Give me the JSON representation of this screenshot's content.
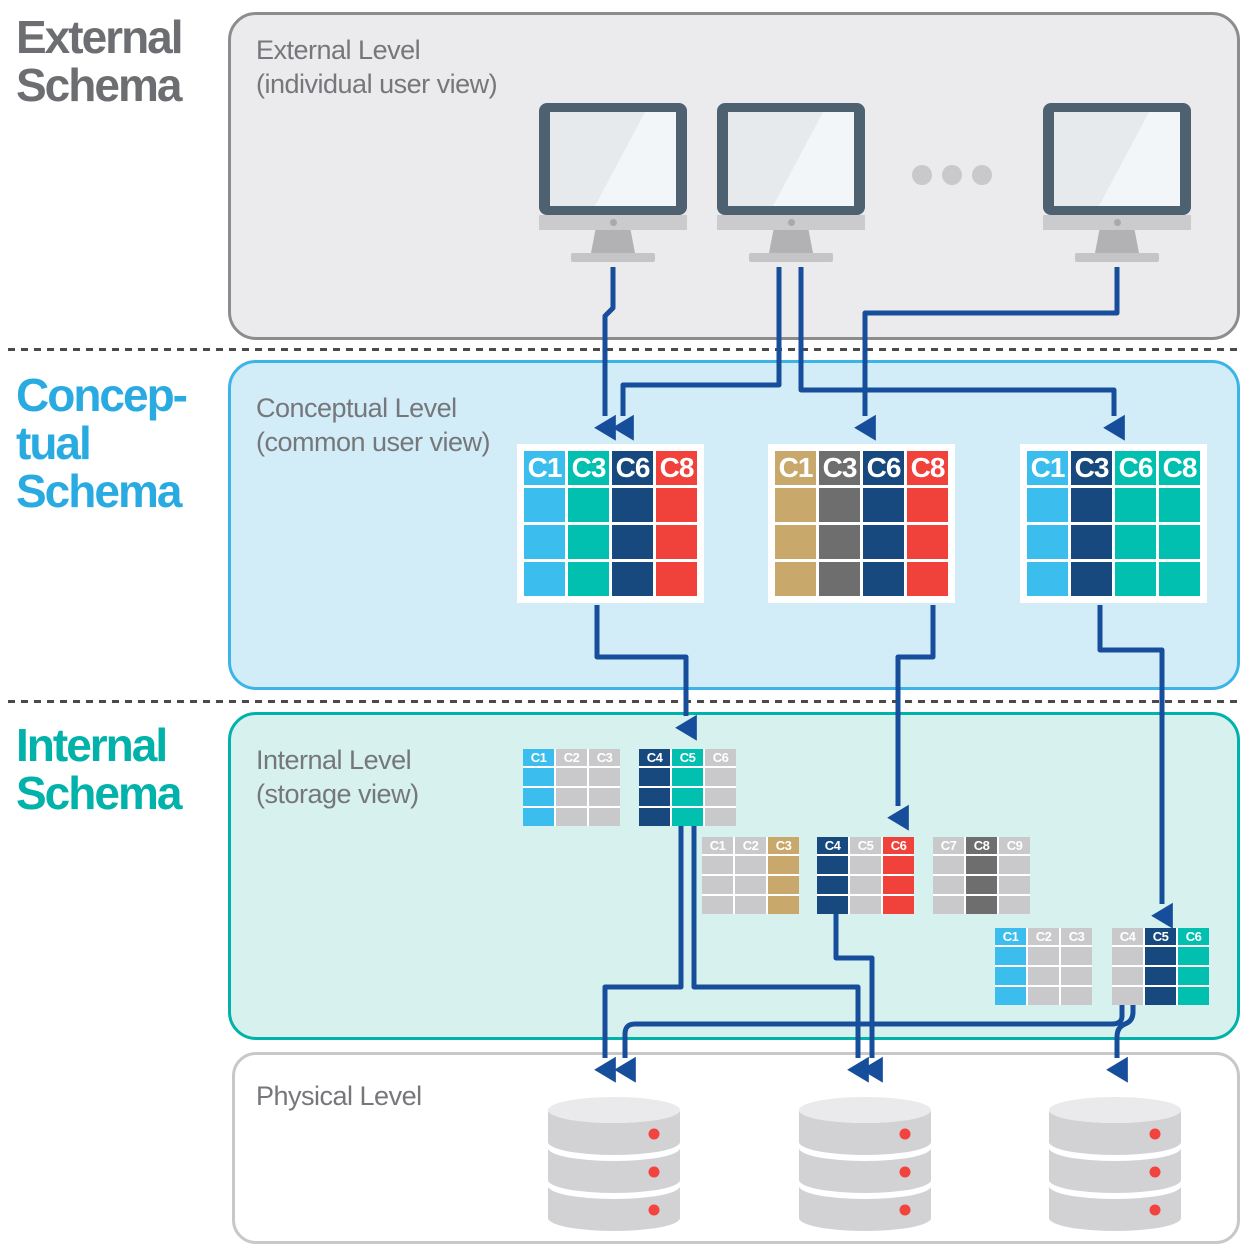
{
  "headings": {
    "external": {
      "lines": [
        "External",
        "Schema"
      ],
      "color": "#6d6e71"
    },
    "conceptual": {
      "lines": [
        "Concep-",
        "tual",
        "Schema"
      ],
      "color": "#29abe2"
    },
    "internal": {
      "lines": [
        "Internal",
        "Schema"
      ],
      "color": "#00b2a9"
    }
  },
  "levels": {
    "external": {
      "label_lines": [
        "External Level",
        "(individual user view)"
      ]
    },
    "conceptual": {
      "label_lines": [
        "Conceptual Level",
        "(common user view)"
      ]
    },
    "internal": {
      "label_lines": [
        "Internal Level",
        "(storage view)"
      ]
    },
    "physical": {
      "label_lines": [
        "Physical Level"
      ]
    }
  },
  "colors": {
    "lightblue": "#3bbdee",
    "teal": "#02c0b0",
    "navy": "#17497e",
    "red": "#f1413b",
    "tan": "#c8a96b",
    "gray": "#c9c9cb",
    "darkgray": "#6e6e6e",
    "arrow": "#174e9b",
    "db_body": "#d2d2d4",
    "db_top": "#eaeaec",
    "db_dot": "#f2433f"
  },
  "conceptual_tables": [
    {
      "rows": 3,
      "columns": [
        {
          "label": "C1",
          "color": "lightblue"
        },
        {
          "label": "C3",
          "color": "teal"
        },
        {
          "label": "C6",
          "color": "navy"
        },
        {
          "label": "C8",
          "color": "red"
        }
      ]
    },
    {
      "rows": 3,
      "columns": [
        {
          "label": "C1",
          "color": "tan"
        },
        {
          "label": "C3",
          "color": "darkgray"
        },
        {
          "label": "C6",
          "color": "navy"
        },
        {
          "label": "C8",
          "color": "red"
        }
      ]
    },
    {
      "rows": 3,
      "columns": [
        {
          "label": "C1",
          "color": "lightblue"
        },
        {
          "label": "C3",
          "color": "navy"
        },
        {
          "label": "C6",
          "color": "teal"
        },
        {
          "label": "C8",
          "color": "teal"
        }
      ]
    }
  ],
  "internal_tables": [
    {
      "rows": 3,
      "columns": [
        {
          "label": "C1",
          "color": "lightblue"
        },
        {
          "label": "C2",
          "color": "gray"
        },
        {
          "label": "C3",
          "color": "gray"
        }
      ]
    },
    {
      "rows": 3,
      "columns": [
        {
          "label": "C4",
          "color": "navy"
        },
        {
          "label": "C5",
          "color": "teal"
        },
        {
          "label": "C6",
          "color": "gray"
        }
      ]
    },
    {
      "rows": 3,
      "columns": [
        {
          "label": "C1",
          "color": "gray"
        },
        {
          "label": "C2",
          "color": "gray"
        },
        {
          "label": "C3",
          "color": "tan"
        }
      ]
    },
    {
      "rows": 3,
      "columns": [
        {
          "label": "C4",
          "color": "navy"
        },
        {
          "label": "C5",
          "color": "gray"
        },
        {
          "label": "C6",
          "color": "red"
        }
      ]
    },
    {
      "rows": 3,
      "columns": [
        {
          "label": "C7",
          "color": "gray"
        },
        {
          "label": "C8",
          "color": "darkgray"
        },
        {
          "label": "C9",
          "color": "gray"
        }
      ]
    },
    {
      "rows": 3,
      "columns": [
        {
          "label": "C1",
          "color": "lightblue"
        },
        {
          "label": "C2",
          "color": "gray"
        },
        {
          "label": "C3",
          "color": "gray"
        }
      ]
    },
    {
      "rows": 3,
      "columns": [
        {
          "label": "C4",
          "color": "gray"
        },
        {
          "label": "C5",
          "color": "navy"
        },
        {
          "label": "C6",
          "color": "teal"
        }
      ]
    }
  ]
}
